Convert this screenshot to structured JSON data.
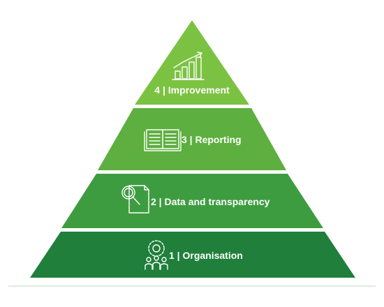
{
  "pyramid": {
    "tiers": [
      {
        "label": "4 | Improvement",
        "icon": "bar-chart-trend-icon",
        "color": "#7CC242"
      },
      {
        "label": "3 | Reporting",
        "icon": "open-book-icon",
        "color": "#5DAF3F"
      },
      {
        "label": "2 | Data and transparency",
        "icon": "magnifier-document-icon",
        "color": "#3E9C40"
      },
      {
        "label": "1 | Organisation",
        "icon": "people-gear-icon",
        "color": "#1F7F3B"
      }
    ],
    "divider_color": "#cfe6d6"
  }
}
